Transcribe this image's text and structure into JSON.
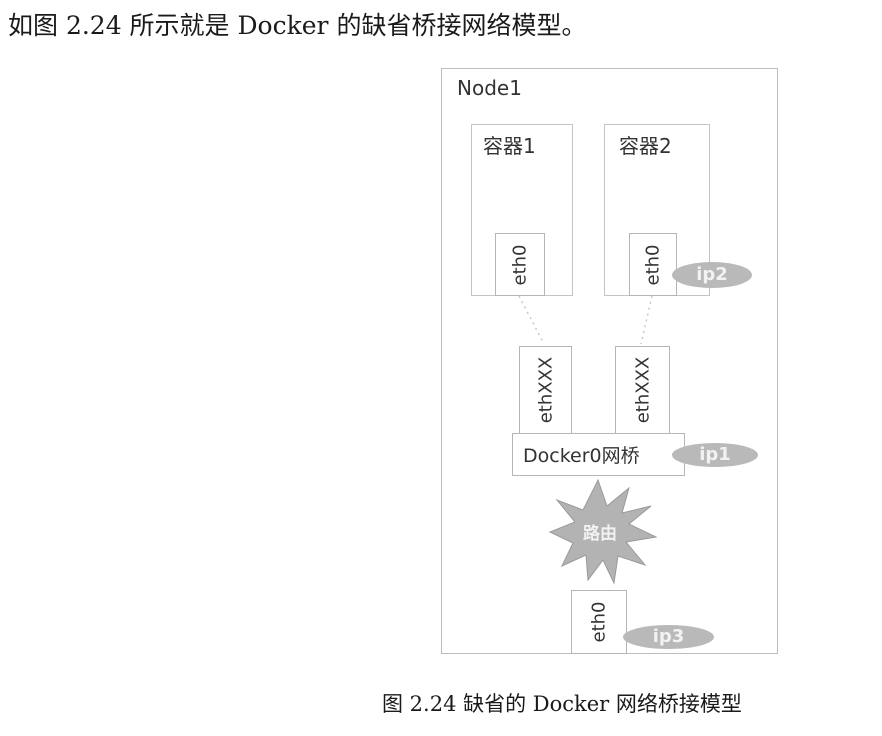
{
  "intro_text": "如图 2.24 所示就是 Docker 的缺省桥接网络模型。",
  "node": {
    "label": "Node1"
  },
  "containers": [
    {
      "label": "容器1",
      "eth": "eth0"
    },
    {
      "label": "容器2",
      "eth": "eth0",
      "ip": "ip2"
    }
  ],
  "veths": [
    "ethXXX",
    "ethXXX"
  ],
  "bridge": {
    "label": "Docker0网桥",
    "ip": "ip1"
  },
  "router": {
    "label": "路由"
  },
  "host_eth": {
    "label": "eth0",
    "ip": "ip3"
  },
  "caption": "图 2.24   缺省的 Docker 网络桥接模型",
  "colors": {
    "badge": "#b9b9b9",
    "router": "#b3b3b3",
    "border": "#bdbdbd",
    "link": "#c8c8c8"
  }
}
